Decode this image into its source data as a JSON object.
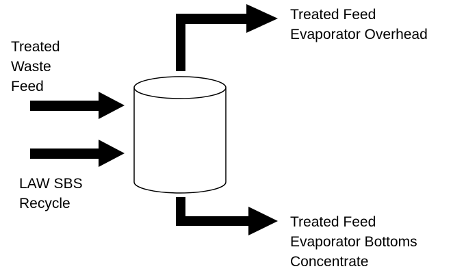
{
  "diagram": {
    "inputs": {
      "waste_feed": [
        "Treated",
        "Waste",
        "Feed"
      ],
      "law_sbs_recycle": [
        "LAW SBS",
        "Recycle"
      ]
    },
    "outputs": {
      "overhead": [
        "Treated Feed",
        "Evaporator Overhead"
      ],
      "bottoms": [
        "Treated Feed",
        "Evaporator Bottoms",
        "Concentrate"
      ]
    },
    "colors": {
      "stroke": "#000000",
      "fill": "#ffffff",
      "arrow": "#000000"
    }
  }
}
